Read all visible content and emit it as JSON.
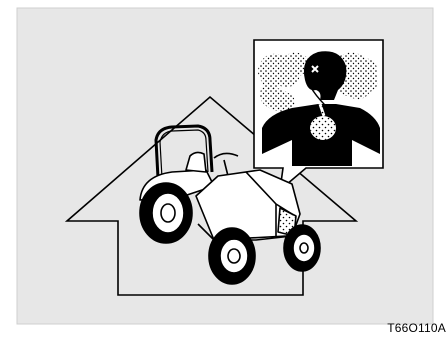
{
  "figure": {
    "code": "T66O110A",
    "subjects": [
      "tractor",
      "garage",
      "exhaust-fumes",
      "person-inhaling-gas"
    ]
  },
  "colors": {
    "background": "#e7e7e7",
    "panel": "#ffffff",
    "outline": "#000000",
    "border": "#c8c8c8"
  }
}
